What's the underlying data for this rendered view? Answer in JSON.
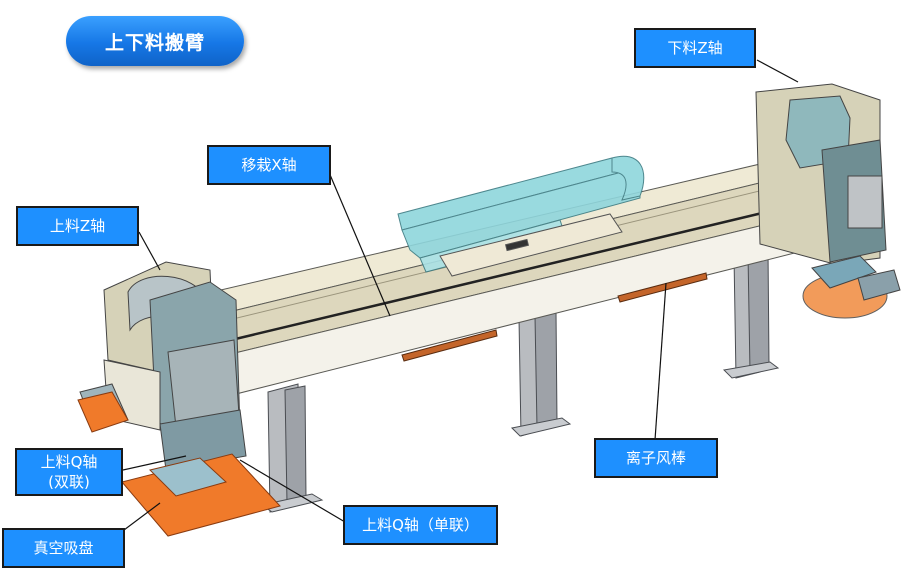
{
  "title": "上下料搬臂",
  "callouts": {
    "unload_z": "下料Z轴",
    "transfer_x": "移栽X轴",
    "load_z": "上料Z轴",
    "ionizer": "离子风棒",
    "load_q_dual_line1": "上料Q轴",
    "load_q_dual_line2": "(双联)",
    "vacuum_cup": "真空吸盘",
    "load_q_single": "上料Q轴（单联）"
  },
  "colors": {
    "callout_fill": "#1e90ff",
    "title_fill": "#1677e6",
    "beam": "#e8e3cc",
    "suction_plate": "#f07a2a",
    "cable_chain": "#8fd6dc"
  }
}
